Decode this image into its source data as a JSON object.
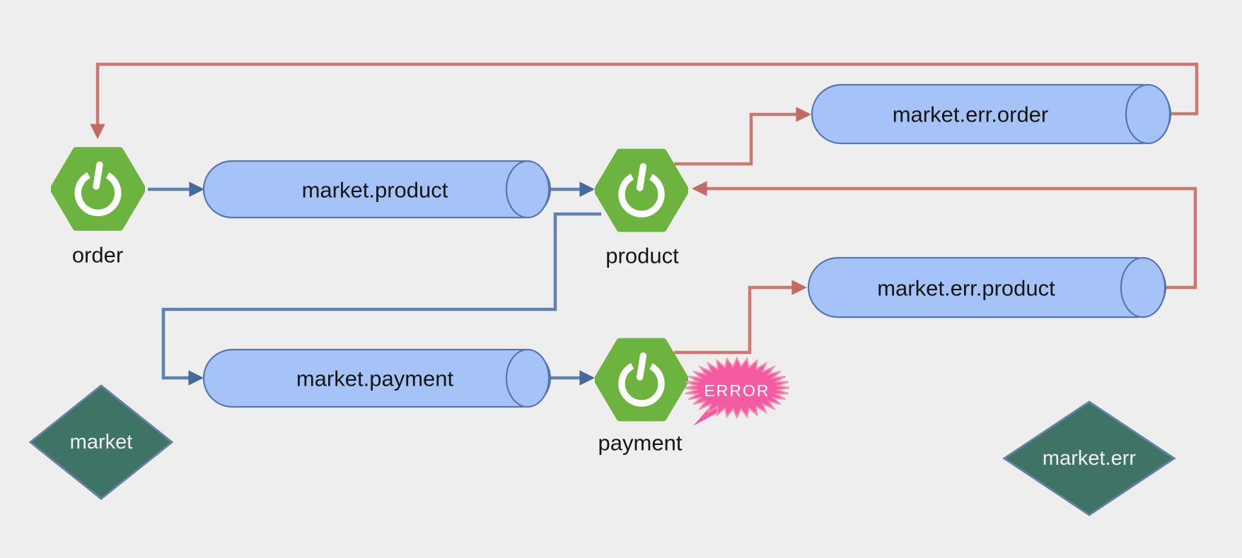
{
  "diagram": {
    "type": "kafka-microservices-flow",
    "background_color": "#eeeeee",
    "services": [
      {
        "id": "order",
        "label": "order",
        "icon": "spring-boot-icon"
      },
      {
        "id": "product",
        "label": "product",
        "icon": "spring-boot-icon"
      },
      {
        "id": "payment",
        "label": "payment",
        "icon": "spring-boot-icon"
      }
    ],
    "topics": [
      {
        "id": "market_product",
        "label": "market.product"
      },
      {
        "id": "market_err_order",
        "label": "market.err.order"
      },
      {
        "id": "market_err_product",
        "label": "market.err.product"
      },
      {
        "id": "market_payment",
        "label": "market.payment"
      }
    ],
    "clusters": [
      {
        "id": "market",
        "label": "market"
      },
      {
        "id": "market_err",
        "label": "market.err"
      }
    ],
    "error_badge": {
      "label": "ERROR"
    },
    "edges": [
      {
        "from": "order",
        "to": "market.product",
        "kind": "flow"
      },
      {
        "from": "market.product",
        "to": "product",
        "kind": "flow"
      },
      {
        "from": "product",
        "to": "market.err.order",
        "kind": "error"
      },
      {
        "from": "market.err.order",
        "to": "order",
        "kind": "error"
      },
      {
        "from": "product",
        "to": "market.payment",
        "kind": "flow"
      },
      {
        "from": "market.payment",
        "to": "payment",
        "kind": "flow"
      },
      {
        "from": "payment",
        "to": "market.err.product",
        "kind": "error"
      },
      {
        "from": "market.err.product",
        "to": "product",
        "kind": "error"
      }
    ],
    "colors": {
      "topic_fill": "#a6c3f7",
      "topic_border": "#5577ab",
      "flow_arrow": "#5f82ad",
      "flow_arrowhead": "#47699a",
      "error_arrow": "#ca7970",
      "error_arrowhead": "#c26b62",
      "service_green": "#6db33f",
      "cluster_fill": "#3e7366",
      "cluster_border": "#64819f",
      "badge_pink": "#f55ba2",
      "badge_spike": "#ef93b1",
      "text_dark": "#161616",
      "text_light": "#f2f2f2"
    }
  }
}
